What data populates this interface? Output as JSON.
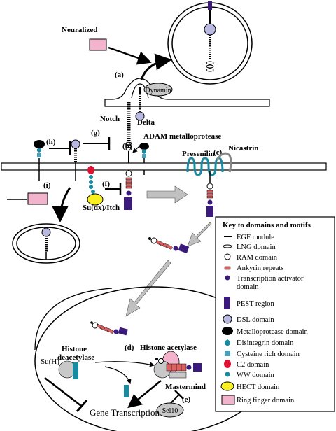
{
  "labels": {
    "neuralized": "Neuralized",
    "dynamin": "Dynamin",
    "notch": "Notch",
    "delta": "Delta",
    "adam": "ADAM metalloprotease",
    "presenilin": "Presenilin",
    "nicastrin": "Nicastrin",
    "sudx": "Su(dx)/Itch",
    "histone_deacetylase_line1": "Histone",
    "histone_deacetylase_line2": "deacetylase",
    "su_h": "Su(H)",
    "histone_acetylase": "Histone acetylase",
    "mastermind": "Mastermind",
    "sel10": "Sel10",
    "gene_transcription": "Gene Transcription"
  },
  "steps": {
    "a": "(a)",
    "b": "(b)",
    "c": "(c)",
    "d": "(d)",
    "e": "(e)",
    "f": "(f)",
    "g": "(g)",
    "h": "(h)",
    "i": "(i)"
  },
  "key": {
    "title": "Key to domains and motifs",
    "items": [
      {
        "icon": "egf-module-icon",
        "label": "EGF module"
      },
      {
        "icon": "lng-domain-icon",
        "label": "LNG domain"
      },
      {
        "icon": "ram-domain-icon",
        "label": "RAM domain"
      },
      {
        "icon": "ankyrin-repeats-icon",
        "label": "Ankyrin repeats"
      },
      {
        "icon": "transcription-activator-icon",
        "label": "Transcription activator"
      },
      {
        "icon": "",
        "label": "domain"
      },
      {
        "icon": "pest-region-icon",
        "label": "PEST region"
      },
      {
        "icon": "dsl-domain-icon",
        "label": "DSL domain"
      },
      {
        "icon": "metalloprotease-domain-icon",
        "label": "Metalloprotease domain"
      },
      {
        "icon": "disintegrin-domain-icon",
        "label": "Disintegrin domain"
      },
      {
        "icon": "cysteine-rich-domain-icon",
        "label": "Cysteine rich domain"
      },
      {
        "icon": "c2-domain-icon",
        "label": "C2 domain"
      },
      {
        "icon": "ww-domain-icon",
        "label": "WW domain"
      },
      {
        "icon": "hect-domain-icon",
        "label": "HECT domain"
      },
      {
        "icon": "ring-finger-domain-icon",
        "label": "Ring finger domain"
      }
    ]
  },
  "colors": {
    "pink": "#f3b3cc",
    "pest": "#3a1a7a",
    "dsl": "#b8b8e0",
    "gray": "#c8c8c8",
    "ankyrin": "#e06060",
    "teal": "#1a8aa0",
    "yellow": "#f8f020",
    "red": "#e01030",
    "arrow_gray": "#c0c0c0"
  }
}
